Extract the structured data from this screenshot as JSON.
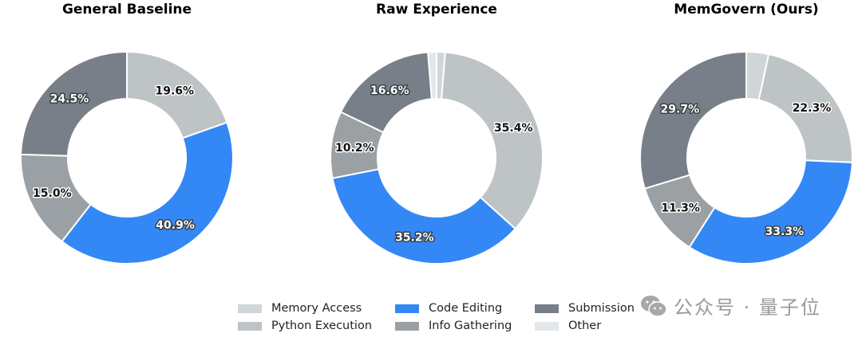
{
  "chart_data": [
    {
      "type": "pie",
      "subtype": "donut",
      "title": "General Baseline",
      "categories": [
        "Memory Access",
        "Python Execution",
        "Code Editing",
        "Info Gathering",
        "Submission",
        "Other"
      ],
      "values": [
        0.0,
        19.6,
        40.9,
        15.0,
        24.5,
        0.0
      ],
      "labels": [
        "",
        "19.6%",
        "40.9%",
        "15.0%",
        "24.5%",
        ""
      ],
      "start_angle": "12 o'clock, clockwise"
    },
    {
      "type": "pie",
      "subtype": "donut",
      "title": "Raw Experience",
      "categories": [
        "Memory Access",
        "Python Execution",
        "Code Editing",
        "Info Gathering",
        "Submission",
        "Other"
      ],
      "values": [
        1.3,
        35.4,
        35.2,
        10.2,
        16.6,
        1.3
      ],
      "labels": [
        "",
        "35.4%",
        "35.2%",
        "10.2%",
        "16.6%",
        ""
      ],
      "start_angle": "12 o'clock, clockwise"
    },
    {
      "type": "pie",
      "subtype": "donut",
      "title": "MemGovern (Ours)",
      "categories": [
        "Memory Access",
        "Python Execution",
        "Code Editing",
        "Info Gathering",
        "Submission",
        "Other"
      ],
      "values": [
        3.4,
        22.3,
        33.3,
        11.3,
        29.7,
        0.0
      ],
      "labels": [
        "",
        "22.3%",
        "33.3%",
        "11.3%",
        "29.7%",
        ""
      ],
      "start_angle": "12 o'clock, clockwise"
    }
  ],
  "titles": [
    "General Baseline",
    "Raw Experience",
    "MemGovern (Ours)"
  ],
  "legend": {
    "position": "bottom-center",
    "items": [
      {
        "label": "Memory Access",
        "color": "#d0d5d8"
      },
      {
        "label": "Python Execution",
        "color": "#bec3c5"
      },
      {
        "label": "Code Editing",
        "color": "#3388f5"
      },
      {
        "label": "Info Gathering",
        "color": "#9aa0a4"
      },
      {
        "label": "Submission",
        "color": "#787f88"
      },
      {
        "label": "Other",
        "color": "#e3e7e9"
      }
    ]
  },
  "label_style": {
    "light_text": "#ffffff",
    "light_halo": "#3a3f45",
    "dark_text": "#111111",
    "dark_halo": "#ffffff",
    "dark_slices": [
      "Code Editing",
      "Submission"
    ]
  },
  "watermark": {
    "text": "公众号 · 量子位"
  }
}
